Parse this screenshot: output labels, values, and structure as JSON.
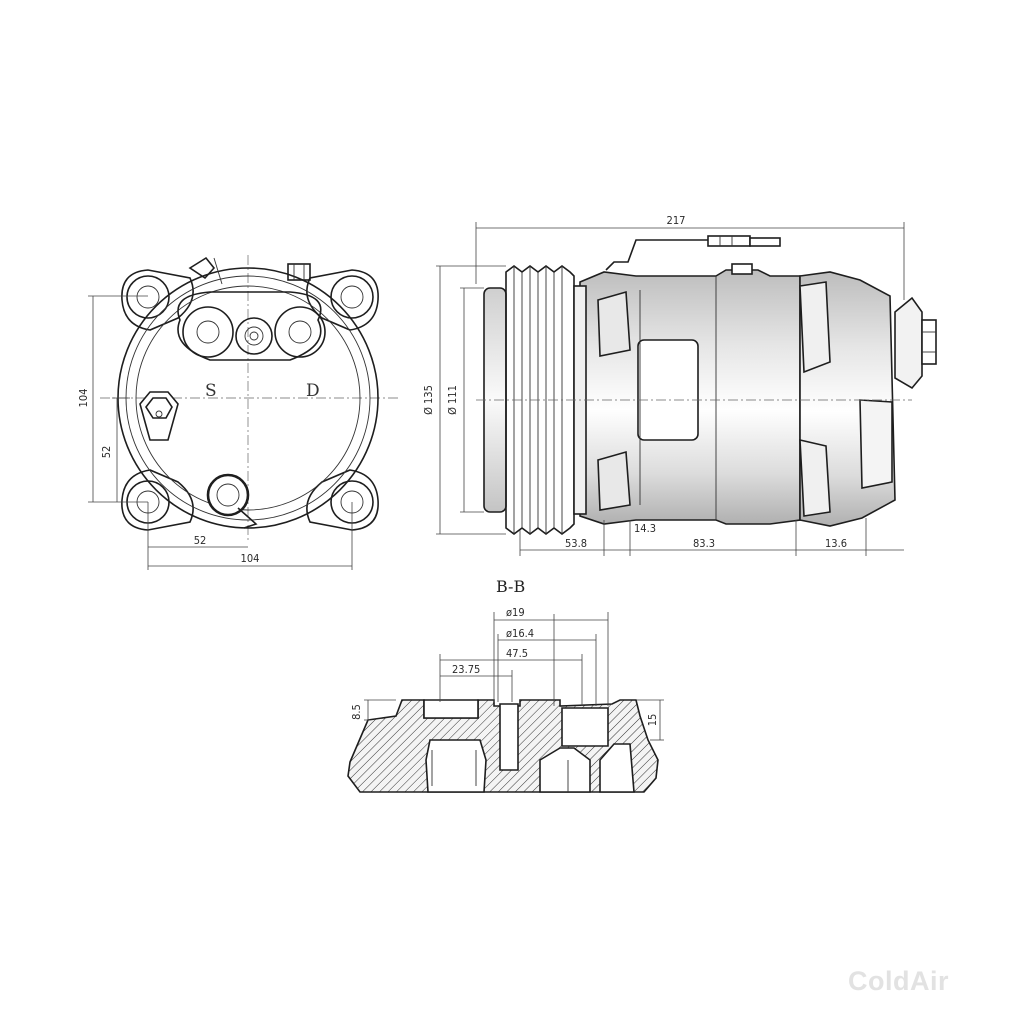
{
  "front_view": {
    "height_label": "104",
    "half_height_label": "52",
    "half_width_label": "52",
    "width_label": "104",
    "suction_port_label": "S",
    "discharge_port_label": "D"
  },
  "side_view": {
    "overall_length_label": "217",
    "pulley_diameter_label": "Ø 135",
    "body_diameter_label": "Ø 111",
    "pulley_offset_label": "53.8",
    "flange_label": "14.3",
    "body_length_label": "83.3",
    "rear_label": "13.6"
  },
  "section_view": {
    "title": "B-B",
    "bore_outer_label": "ø19",
    "bore_inner_label": "ø16.4",
    "port_spacing_label": "47.5",
    "port_offset_label": "23.75",
    "left_height_label": "8.5",
    "right_height_label": "15"
  },
  "watermark": "ColdAir",
  "colors": {
    "line": "#1e1e1e",
    "body_shade": "#c8c8c8",
    "background": "#ffffff"
  }
}
